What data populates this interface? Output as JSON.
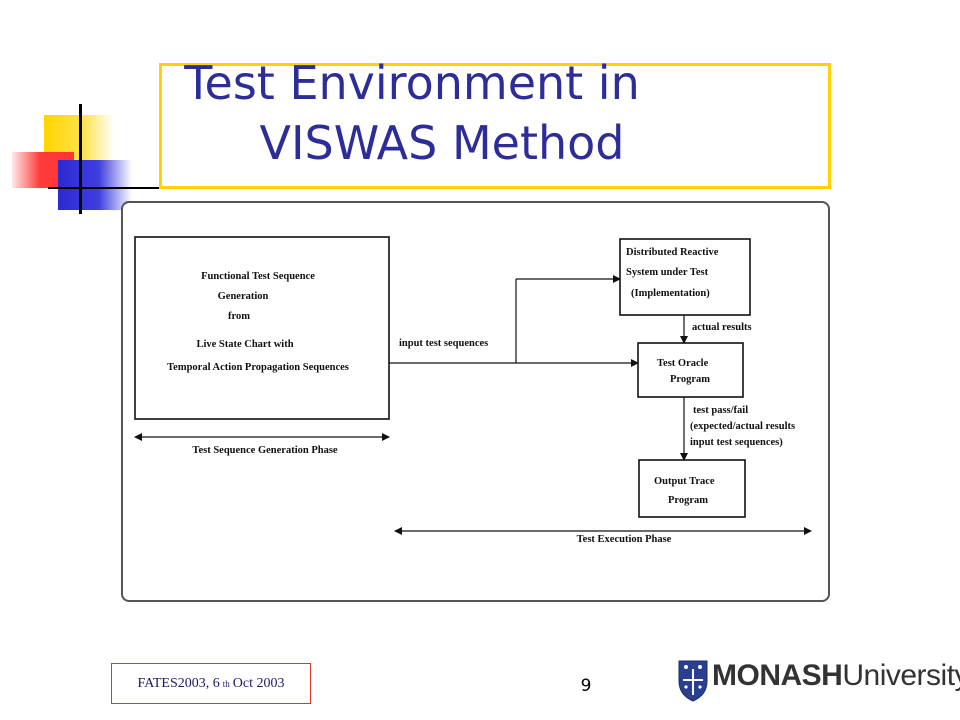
{
  "slide": {
    "title_line1": "Test Environment in",
    "title_line2": "VISWAS Method",
    "page_number": "9",
    "footer": {
      "conference": "FATES2003, 6",
      "ordinal_suffix": "th",
      "date_rest": "Oct 2003"
    },
    "logo": {
      "brand_bold": "MONASH",
      "brand_regular": "University",
      "crest_icon": "monash-crest-icon"
    }
  },
  "diagram": {
    "generator_box": [
      "Functional Test Sequence",
      "Generation",
      "from",
      "Live State Chart with",
      "Temporal Action Propagation   Sequences"
    ],
    "sut_box": [
      "Distributed Reactive",
      "System under Test",
      "(Implementation)"
    ],
    "oracle_box": [
      "Test Oracle",
      "Program"
    ],
    "trace_box": [
      "Output Trace",
      "Program"
    ],
    "input_label": "input test sequences",
    "actual_label": "actual results",
    "verdict_labels": [
      "test pass/fail",
      "(expected/actual results",
      "input test sequences)"
    ],
    "generation_phase": "Test    Sequence   Generation  Phase",
    "execution_phase": "Test Execution Phase"
  }
}
